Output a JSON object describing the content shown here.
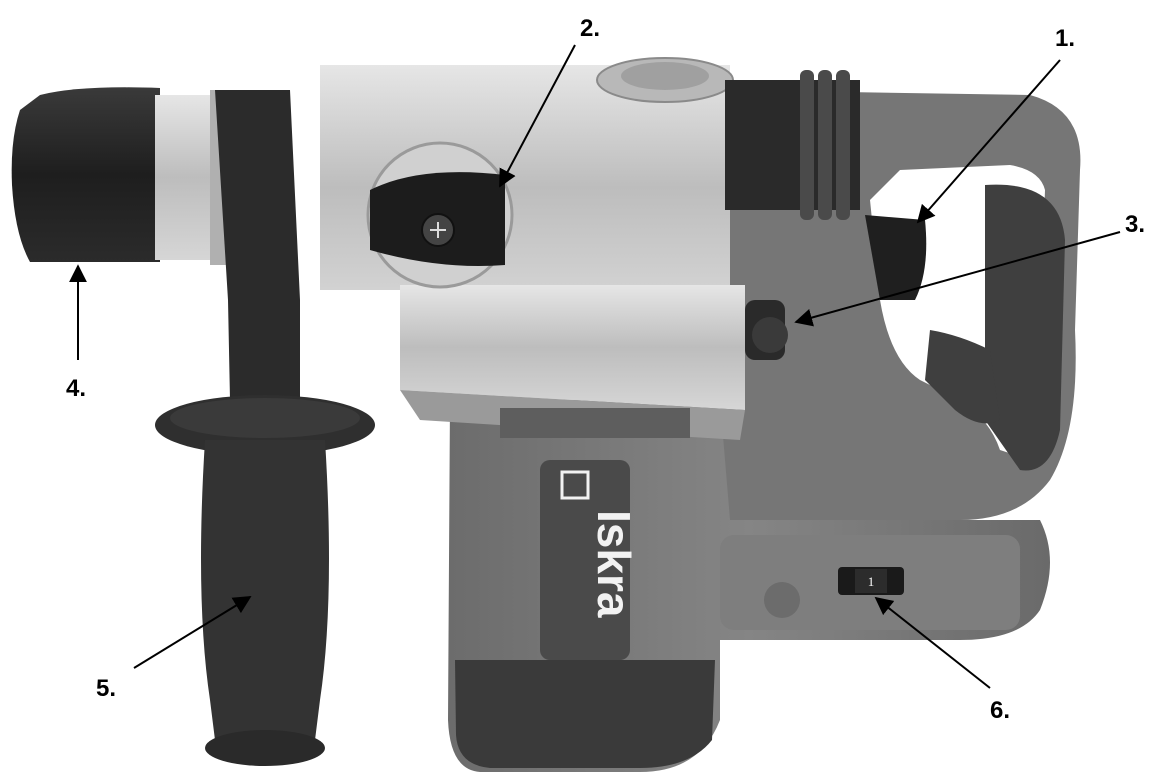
{
  "diagram": {
    "subject": "rotary hammer drill",
    "brand_label": "Iskra",
    "speed_dial_value": "1",
    "callouts": [
      {
        "id": "1",
        "label": "1."
      },
      {
        "id": "2",
        "label": "2."
      },
      {
        "id": "3",
        "label": "3."
      },
      {
        "id": "4",
        "label": "4."
      },
      {
        "id": "5",
        "label": "5."
      },
      {
        "id": "6",
        "label": "6."
      }
    ]
  },
  "colors": {
    "body_grey": "#7a7a7a",
    "dark_grey": "#3c3c3c",
    "black": "#1a1a1a",
    "silver": "#c9c9c9",
    "background": "#ffffff"
  }
}
